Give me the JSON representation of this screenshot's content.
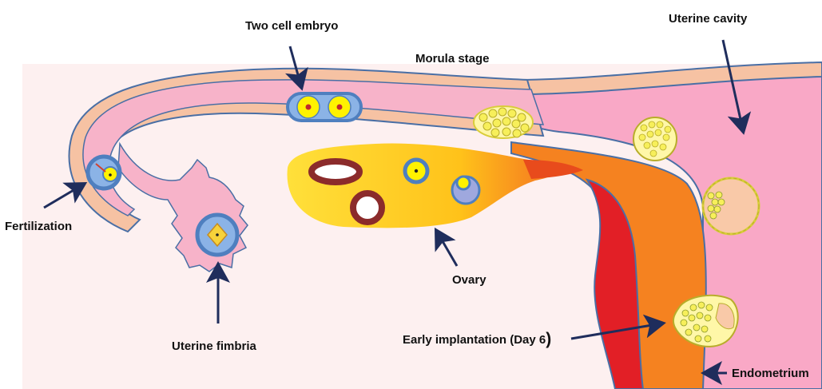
{
  "labels": {
    "two_cell_embryo": "Two cell embryo",
    "morula_stage": "Morula stage",
    "uterine_cavity": "Uterine cavity",
    "fertilization": "Fertilization",
    "ovary": "Ovary",
    "uterine_fimbria": "Uterine fimbria",
    "early_implantation": "Early implantation (Day 6",
    "early_implantation_paren": ")",
    "endometrium": "Endometrium"
  },
  "colors": {
    "background_panel": "#fdf0f0",
    "tube_wall": "#f6c2a3",
    "tube_lumen": "#f7b3c9",
    "outline": "#4a6fa5",
    "uterine_body": "#f9a8c6",
    "endometrium_orange": "#f58220",
    "endometrium_red": "#e21f26",
    "ovary_yellow": "#ffd21f",
    "ovary_orange": "#f7941d",
    "follicle_ring": "#8b2b2b",
    "cell_blue": "#4f7fbf",
    "cell_yellow": "#fff200",
    "cell_red": "#c1272d",
    "arrow": "#1f2d5c"
  },
  "icons": [
    "arrow-icon",
    "two-cell-embryo-icon",
    "morula-icon",
    "blastocyst-icon",
    "oocyte-icon",
    "zygote-icon",
    "ovary-icon",
    "follicle-icon"
  ]
}
